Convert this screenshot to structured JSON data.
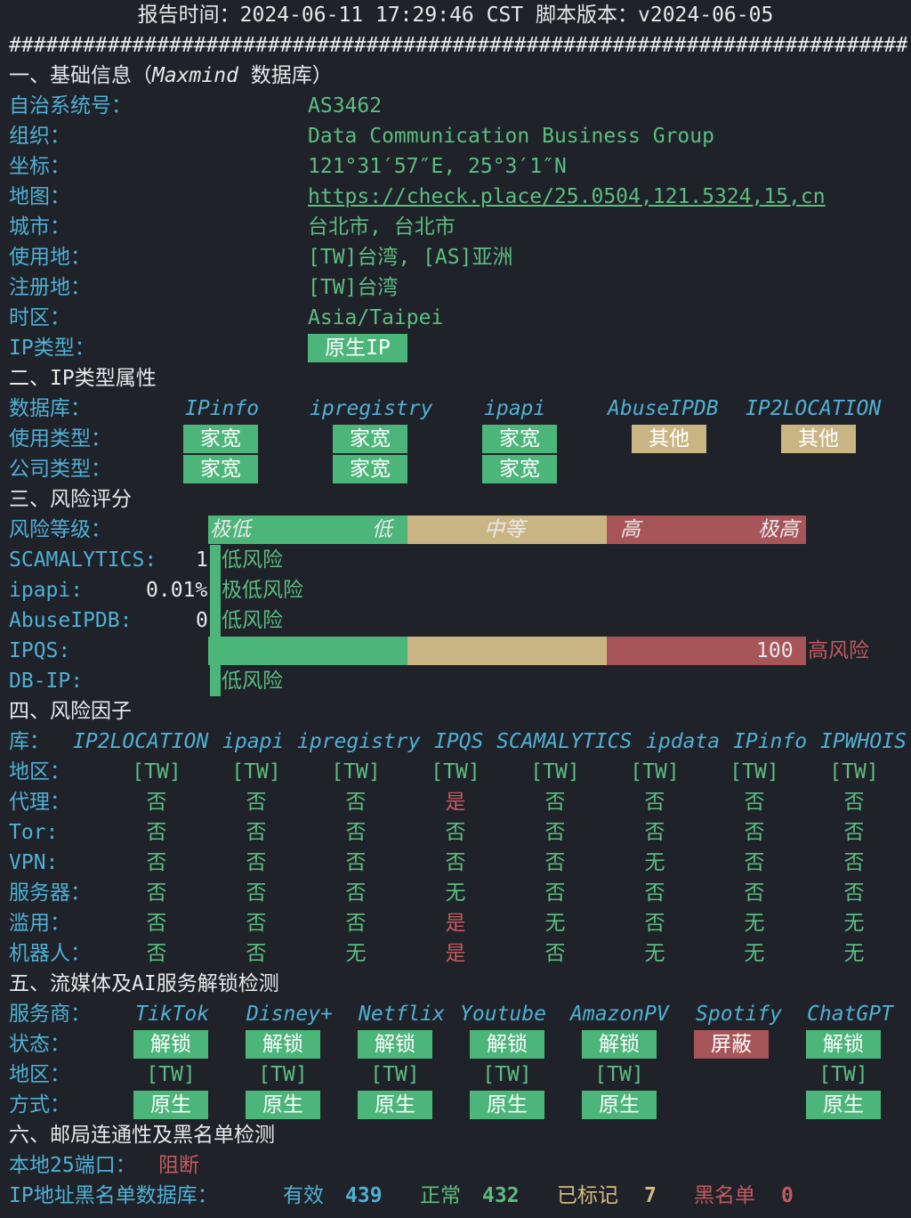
{
  "header": {
    "report": "报告时间：2024-06-11 17:29:46 CST  脚本版本：v2024-06-05",
    "separator": "##############################################################################"
  },
  "s1": {
    "title_pre": "一、基础信息（",
    "title_it": "Maxmind",
    "title_post": " 数据库）",
    "rows": [
      {
        "label": "自治系统号：",
        "value": "AS3462"
      },
      {
        "label": "组织：",
        "value": "Data Communication Business Group"
      },
      {
        "label": "坐标：",
        "value": "121°31′57″E, 25°3′1″N"
      },
      {
        "label": "地图：",
        "value": "https://check.place/25.0504,121.5324,15,cn"
      },
      {
        "label": "城市：",
        "value": "台北市, 台北市"
      },
      {
        "label": "使用地：",
        "value": "[TW]台湾, [AS]亚洲"
      },
      {
        "label": "注册地：",
        "value": "[TW]台湾"
      },
      {
        "label": "时区：",
        "value": "Asia/Taipei"
      },
      {
        "label": "IP类型：",
        "value": "原生IP"
      }
    ]
  },
  "s2": {
    "title": "二、IP类型属性",
    "db_label": "数据库：",
    "dbs": [
      "IPinfo",
      "ipregistry",
      "ipapi",
      "AbuseIPDB",
      "IP2LOCATION"
    ],
    "usage_label": "使用类型：",
    "usage": [
      "家宽",
      "家宽",
      "家宽",
      "其他",
      "其他"
    ],
    "company_label": "公司类型：",
    "company": [
      "家宽",
      "家宽",
      "家宽"
    ]
  },
  "s3": {
    "title": "三、风险评分",
    "level_label": "风险等级：",
    "scale": [
      "极低",
      "低",
      "中等",
      "高",
      "极高"
    ],
    "rows": [
      {
        "label": "SCAMALYTICS:",
        "value": "1",
        "verdict": "低风险",
        "score": 1
      },
      {
        "label": "ipapi:",
        "value": "0.01%",
        "verdict": "极低风险",
        "score": 0.01
      },
      {
        "label": "AbuseIPDB:",
        "value": "0",
        "verdict": "低风险",
        "score": 0
      },
      {
        "label": "IPQS:",
        "value": "100",
        "verdict": "高风险",
        "score": 100
      },
      {
        "label": "DB-IP:",
        "value": "",
        "verdict": "低风险",
        "score": 0
      }
    ]
  },
  "s4": {
    "title": "四、风险因子",
    "lib_label": "库：",
    "libs": [
      "IP2LOCATION",
      "ipapi",
      "ipregistry",
      "IPQS",
      "SCAMALYTICS",
      "ipdata",
      "IPinfo",
      "IPWHOIS"
    ],
    "rows": [
      {
        "label": "地区：",
        "vals": [
          "[TW]",
          "[TW]",
          "[TW]",
          "[TW]",
          "[TW]",
          "[TW]",
          "[TW]",
          "[TW]"
        ]
      },
      {
        "label": "代理：",
        "vals": [
          "否",
          "否",
          "否",
          "是",
          "否",
          "否",
          "否",
          "否"
        ]
      },
      {
        "label": "Tor:",
        "vals": [
          "否",
          "否",
          "否",
          "否",
          "否",
          "否",
          "否",
          "否"
        ]
      },
      {
        "label": "VPN:",
        "vals": [
          "否",
          "否",
          "否",
          "否",
          "否",
          "无",
          "否",
          "否"
        ]
      },
      {
        "label": "服务器：",
        "vals": [
          "否",
          "否",
          "否",
          "无",
          "否",
          "否",
          "否",
          "否"
        ]
      },
      {
        "label": "滥用：",
        "vals": [
          "否",
          "否",
          "否",
          "是",
          "无",
          "否",
          "无",
          "无"
        ]
      },
      {
        "label": "机器人：",
        "vals": [
          "否",
          "否",
          "无",
          "是",
          "否",
          "无",
          "无",
          "无"
        ]
      }
    ]
  },
  "s5": {
    "title": "五、流媒体及AI服务解锁检测",
    "svc_label": "服务商：",
    "services": [
      "TikTok",
      "Disney+",
      "Netflix",
      "Youtube",
      "AmazonPV",
      "Spotify",
      "ChatGPT"
    ],
    "status_label": "状态：",
    "status": [
      "解锁",
      "解锁",
      "解锁",
      "解锁",
      "解锁",
      "屏蔽",
      "解锁"
    ],
    "region_label": "地区：",
    "region": [
      "[TW]",
      "[TW]",
      "[TW]",
      "[TW]",
      "[TW]",
      "",
      "[TW]"
    ],
    "method_label": "方式：",
    "method": [
      "原生",
      "原生",
      "原生",
      "原生",
      "原生",
      "",
      "原生"
    ]
  },
  "s6": {
    "title": "六、邮局连通性及黑名单检测",
    "port_label": "本地25端口：",
    "port_value": "阻断",
    "bl_label": "IP地址黑名单数据库：",
    "valid_label": "有效",
    "valid": "439",
    "normal_label": "正常",
    "normal": "432",
    "marked_label": "已标记",
    "marked": "7",
    "black_label": "黑名单",
    "black": "0"
  },
  "colors": {
    "bg": "#1f2229",
    "green": "#4cb57a",
    "tan": "#c9b583",
    "red": "#a85559",
    "cyan": "#4fb0d4"
  }
}
